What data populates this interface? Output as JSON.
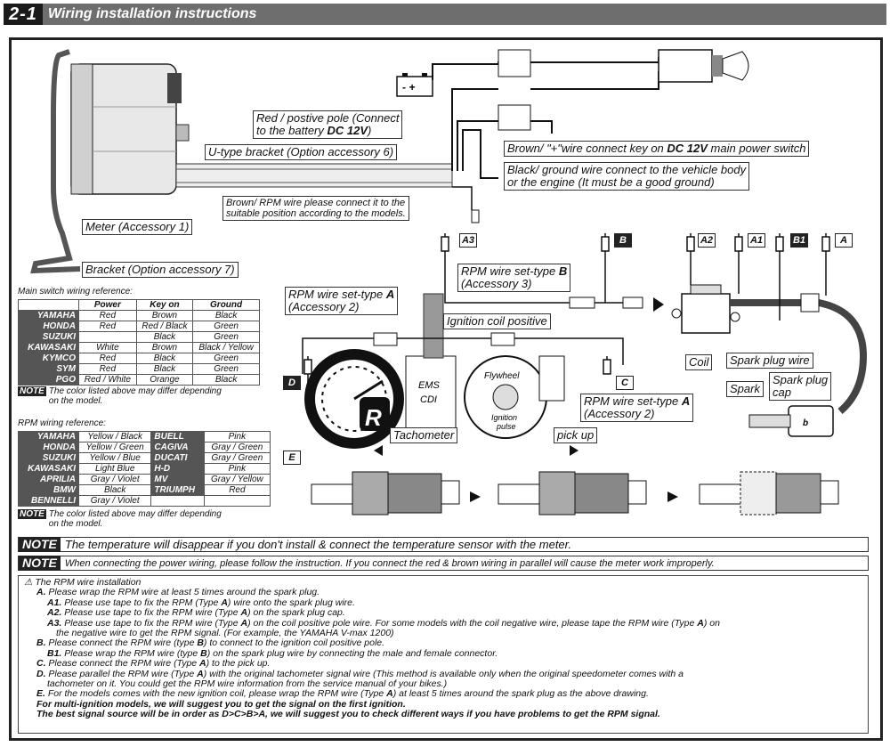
{
  "header": {
    "number": "2-1",
    "title": "Wiring installation instructions"
  },
  "labels": {
    "red_wire_1": "Red / postive pole (Connect",
    "red_wire_2_pre": "to the battery ",
    "red_wire_2_bold": "DC 12V",
    "red_wire_2_post": ")",
    "brown_key_pre": "Brown/ \"+\"wire connect key on ",
    "brown_key_bold": "DC 12V",
    "brown_key_post": " main power switch",
    "utype_bracket": "U-type bracket (Option accessory 6)",
    "black_wire_1": "Black/ ground wire connect to the vehicle  body",
    "black_wire_2": "or the engine (It must be a good ground)",
    "brown_rpm_1": "Brown/ RPM wire  please connect it to the",
    "brown_rpm_2": "suitable position according to the models.",
    "meter": "Meter (Accessory 1)",
    "bracket": "Bracket (Option accessory 7)",
    "rpm_b_1_pre": "RPM wire set-type ",
    "rpm_b_1_bold": "B",
    "rpm_b_2": "(Accessory 3)",
    "rpm_a_1_pre": "RPM wire set-type ",
    "rpm_a_1_bold": "A",
    "rpm_a_2": "(Accessory 2)",
    "ignition_coil_positive": "Ignition coil positive",
    "coil": "Coil",
    "spark_plug_wire": "Spark plug wire",
    "spark": "Spark",
    "spark_plug_cap_1": "Spark plug",
    "spark_plug_cap_2": "cap",
    "rpm_a2_1_pre": "RPM wire set-type ",
    "rpm_a2_1_bold": "A",
    "rpm_a2_2": "(Accessory 2)",
    "tachometer": "Tachometer",
    "pick_up": "pick up",
    "ems_1": "EMS",
    "ems_2": "CDI",
    "flywheel": "Flywheel",
    "ignition_pulse_1": "Ignition",
    "ignition_pulse_2": "pulse",
    "battery_symbol": "- +",
    "tach_letter": "R",
    "plug_letter": "b"
  },
  "tags": {
    "a3": "A3",
    "b": "B",
    "a2": "A2",
    "a1": "A1",
    "b1": "B1",
    "a": "A",
    "c": "C",
    "d": "D",
    "e": "E"
  },
  "main_switch": {
    "caption": "Main switch wiring reference:",
    "headers": [
      "",
      "Power",
      "Key on",
      "Ground"
    ],
    "rows": [
      [
        "YAMAHA",
        "Red",
        "Brown",
        "Black"
      ],
      [
        "HONDA",
        "Red",
        "Red / Black",
        "Green"
      ],
      [
        "SUZUKI",
        "",
        "Black",
        "Green"
      ],
      [
        "KAWASAKI",
        "White",
        "Brown",
        "Black / Yellow"
      ],
      [
        "KYMCO",
        "Red",
        "Black",
        "Green"
      ],
      [
        "SYM",
        "Red",
        "Black",
        "Green"
      ],
      [
        "PGO",
        "Red / White",
        "Orange",
        "Black"
      ]
    ],
    "note_badge": "NOTE",
    "note_1": "The color listed above may differ depending",
    "note_2": "on the model."
  },
  "rpm_ref": {
    "caption": "RPM wiring reference:",
    "rows": [
      [
        "YAMAHA",
        "Yellow / Black",
        "BUELL",
        "Pink"
      ],
      [
        "HONDA",
        "Yellow / Green",
        "CAGIVA",
        "Gray / Green"
      ],
      [
        "SUZUKI",
        "Yellow / Blue",
        "DUCATI",
        "Gray / Green"
      ],
      [
        "KAWASAKI",
        "Light Blue",
        "H-D",
        "Pink"
      ],
      [
        "APRILIA",
        "Gray / Violet",
        "MV",
        "Gray / Yellow"
      ],
      [
        "BMW",
        "Black",
        "TRIUMPH",
        "Red"
      ],
      [
        "BENNELLI",
        "Gray / Violet",
        "",
        ""
      ]
    ],
    "note_badge": "NOTE",
    "note_1": "The color listed above may differ depending",
    "note_2": "on the model."
  },
  "notes": {
    "badge": "NOTE",
    "temperature": "The temperature will disappear if you don't install & connect the temperature sensor with the meter.",
    "power": "When connecting the power wiring, please follow the instruction. If you connect the red & brown wiring in parallel will cause the meter work improperly."
  },
  "instructions": {
    "heading": "The RPM wire installation",
    "a": [
      "A.",
      " Please wrap the RPM wire at least 5 times around the spark plug."
    ],
    "a1": [
      "A1.",
      " Please use tape to fix the RPM (Type ",
      "A",
      ") wire onto the spark plug wire."
    ],
    "a2": [
      "A2.",
      " Please use tape to fix the RPM wire (Type ",
      "A",
      ") on the spark plug cap."
    ],
    "a3": [
      "A3.",
      " Please use tape to fix the RPM wire (Type ",
      "A",
      ") on the coil positive pole wire. For some models with the coil negative wire, please tape the RPM wire (Type ",
      "A",
      ") on"
    ],
    "a3_cont": "the negative wire to get the RPM signal. (For example, the YAMAHA V-max 1200)",
    "b": [
      "B.",
      " Please connect the RPM wire (type ",
      "B",
      ") to connect to the ignition coil positive pole."
    ],
    "b1": [
      "B1.",
      " Please wrap the RPM wire (type ",
      "B",
      ") on the spark plug wire by connecting the male and female connector."
    ],
    "c": [
      "C.",
      " Please connect the RPM wire (Type ",
      "A",
      ") to the pick up."
    ],
    "d": [
      "D.",
      " Please parallel the RPM wire (Type ",
      "A",
      ") with the original tachometer signal wire (This method is available only when the original speedometer comes with a"
    ],
    "d_cont": "tachometer on it. You could get the RPM wire information from the service manual of your bikes.)",
    "e": [
      "E.",
      " For the models comes with the new ignition coil, please wrap the RPM wire (Type ",
      "A",
      ") at least 5 times around the spark plug as the above drawing."
    ],
    "multi": "For multi-ignition models, we will suggest you to get the signal on the first ignition.",
    "best": "The best signal source will be in order as D>C>B>A, we will suggest you to check different ways if you have problems to get the RPM signal."
  }
}
